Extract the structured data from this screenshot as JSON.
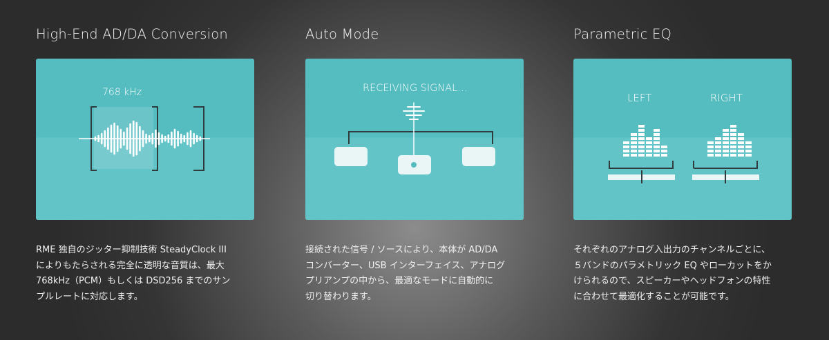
{
  "features": [
    {
      "title": "High-End AD/DA Conversion",
      "card_label": "768 kHz",
      "description": "RME 独自のジッター抑制技術 SteadyClock III\nによりもたらされる完全に透明な音質は、最大\n768kHz（PCM）もしくは DSD256 までのサン\nプルレートに対応します。"
    },
    {
      "title": "Auto Mode",
      "card_label": "RECEIVING SIGNAL…",
      "description": "接続された信号 / ソースにより、本体が AD/DA\nコンバーター、USB インターフェイス、アナログ\nプリアンプの中から、最適なモードに自動的に\n切り替わります。"
    },
    {
      "title": "Parametric EQ",
      "left_label": "LEFT",
      "right_label": "RIGHT",
      "description": "それぞれのアナログ入出力のチャンネルごとに、\n５バンドのパラメトリック EQ やローカットをか\nけられるので、スピーカーやヘッドフォンの特性\nに合わせて最適化することが可能です。"
    }
  ],
  "colors": {
    "card_top": "#55bcc0",
    "card_bottom": "#63c4c8",
    "graphic": "#ffffff",
    "line": "#2f3b3d"
  },
  "icons": [
    "waveform-icon",
    "signal-router-icon",
    "eq-meter-icon"
  ]
}
